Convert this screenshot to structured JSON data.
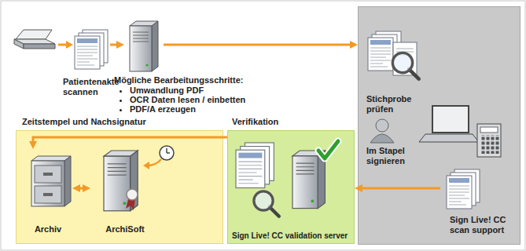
{
  "diagram": {
    "nodes": [
      {
        "text": [
          "Patientenakte scannen"
        ]
      },
      {
        "text": [
          "Mögliche Bearbeitungsschritte:",
          "Umwandlung PDF",
          "OCR Daten lesen / einbetten",
          "PDF/A erzeugen"
        ]
      },
      {
        "text": [
          "Stichprobe prüfen",
          "Im Stapel signieren"
        ]
      },
      {
        "text": [
          "Sign Live! CC scan support"
        ],
        "in": 2
      },
      {
        "text": [
          "Verifikation",
          "Sign Live! CC validation server"
        ]
      },
      {
        "text": [
          "Zeitstempel und Nachsignatur"
        ]
      },
      {
        "text": [
          "Archiv"
        ],
        "in": 5
      },
      {
        "text": [
          "ArchiSoft"
        ],
        "in": 5
      }
    ],
    "edges": [
      {
        "from": 0,
        "to": 1,
        "arrow": "to"
      },
      {
        "from": 1,
        "to": 2,
        "arrow": "to"
      },
      {
        "from": 3,
        "to": 4,
        "arrow": "to"
      },
      {
        "from": 4,
        "to": 6,
        "arrow": "to"
      },
      {
        "from": 6,
        "to": 7,
        "arrow": "both"
      }
    ]
  }
}
